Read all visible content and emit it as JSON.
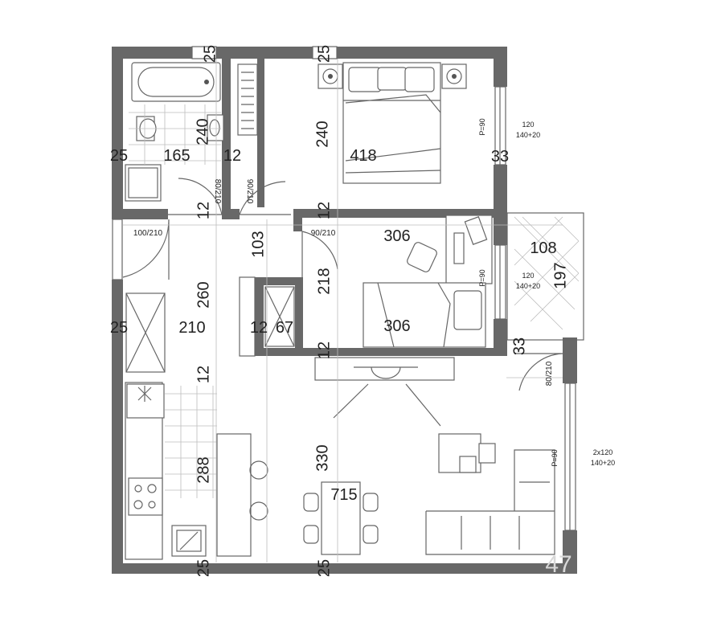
{
  "floorplan": {
    "dimensions": {
      "top_wall_left": "25",
      "top_wall_right": "25",
      "bath_height": "240",
      "bath_width": "165",
      "bath_left_wall": "25",
      "bath_partition": "12",
      "bedroom_height": "240",
      "bedroom_width": "418",
      "bedroom_right_wall": "33",
      "partition_left": "12",
      "partition_right": "12",
      "hall_width": "103",
      "room2_width": "306",
      "room2_height": "218",
      "room2_inner": "306",
      "balcony_width": "108",
      "balcony_length": "197",
      "hall_length": "260",
      "left_wall": "25",
      "hall_depth": "210",
      "closet_wall": "12",
      "closet_depth": "67",
      "room2_bottom_wall": "12",
      "right_wall_lower": "33",
      "kitchen_partition": "12",
      "living_height": "330",
      "kitchen_length": "288",
      "living_width": "715",
      "bottom_wall_left": "25",
      "bottom_wall_right": "25"
    },
    "doors": {
      "bath": "80/210",
      "wardrobe": "90/210",
      "entrance": "100/210",
      "room2": "90/210",
      "balcony": "80/210"
    },
    "windows": {
      "bedroom_sill": "P=90",
      "bedroom_w": "120",
      "bedroom_frame": "140+20",
      "room2_sill": "P=90",
      "room2_w": "120",
      "room2_frame": "140+20",
      "living_sill": "P=90",
      "living_w": "2x120",
      "living_frame": "140+20"
    },
    "watermark": "47"
  }
}
